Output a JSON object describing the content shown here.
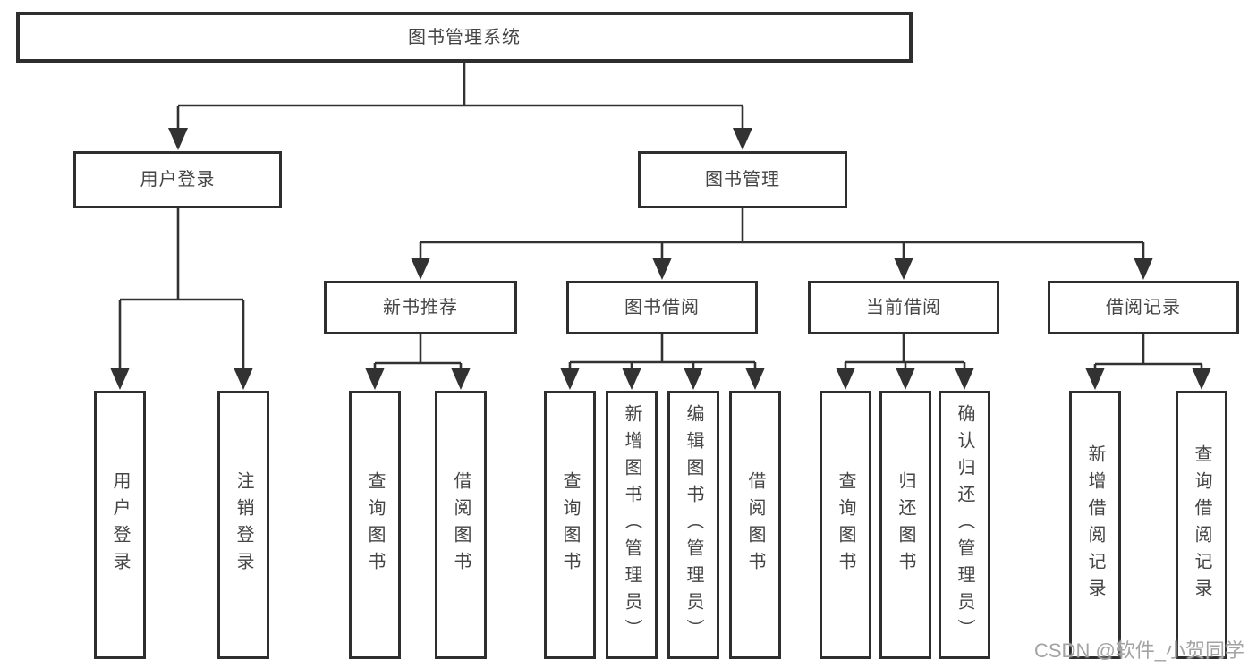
{
  "diagram": {
    "root": {
      "label": "图书管理系统"
    },
    "branches": [
      {
        "label": "用户登录",
        "children": [
          "用户登录",
          "注销登录"
        ]
      },
      {
        "label": "图书管理",
        "groups": [
          {
            "label": "新书推荐",
            "children": [
              "查询图书",
              "借阅图书"
            ]
          },
          {
            "label": "图书借阅",
            "children": [
              "查询图书",
              "新增图书（管理员）",
              "编辑图书（管理员）",
              "借阅图书"
            ]
          },
          {
            "label": "当前借阅",
            "children": [
              "查询图书",
              "归还图书",
              "确认归还（管理员）"
            ]
          },
          {
            "label": "借阅记录",
            "children": [
              "新增借阅记录",
              "查询借阅记录"
            ]
          }
        ]
      }
    ]
  },
  "watermark": {
    "text": "CSDN @软件_小贺同学"
  },
  "colors": {
    "line": "#323232",
    "box_border": "#2e2e2e",
    "text": "#454545",
    "background": "#ffffff",
    "watermark": "#a3a3a3"
  }
}
